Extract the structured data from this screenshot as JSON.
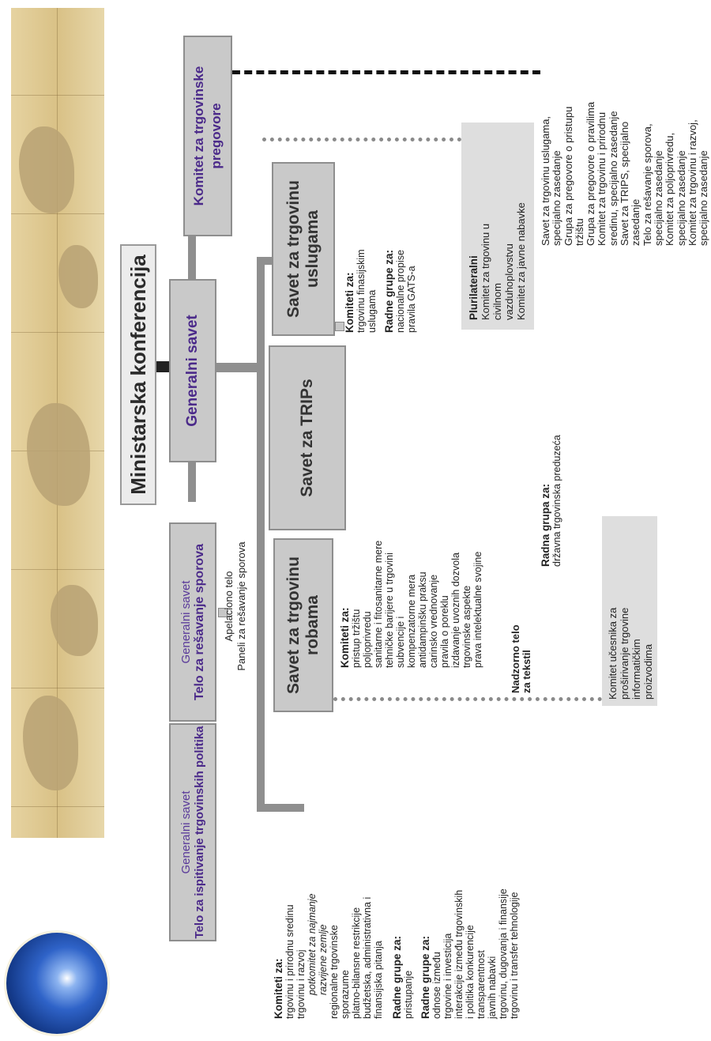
{
  "top": {
    "title": "Ministarska konferencija",
    "general_council": "Generalni savet",
    "trade_negotiations": "Komitet za trgovinske pregovore",
    "dispute_small": "Generalni savet",
    "dispute_main": "Telo za rešavanje sporova",
    "review_small": "Generalni savet",
    "review_main": "Telo za ispitivanje trgovinskih politika"
  },
  "dispute_sub": {
    "line1": "Apelaciono telo",
    "line2": "Paneli za rešavanje sporova"
  },
  "councils": {
    "goods": "Savet za trgovinu robama",
    "trips": "Savet za TRIPs",
    "services": "Savet za trgovinu uslugama"
  },
  "goods_committees": {
    "heading": "Komiteti za:",
    "items": [
      "pristup tržištu",
      "poljoprivredu",
      "sanitarne i fitosanitarne mere",
      "tehničke barijere u trgovini",
      "subvencije i",
      "kompenzatorne mera",
      "antidampinšku praksu",
      "carinsko vrednovanje",
      "pravila o poreklu",
      "izdavanje uvoznih dozvola",
      "trgovinske aspekte",
      "prava intelektualne svojine"
    ]
  },
  "textiles": {
    "line1": "Nadzorno telo",
    "line2": "za tekstil"
  },
  "state_trading": {
    "heading": "Radna grupa za:",
    "item": "državna trgovinska preduzeća"
  },
  "it_committee": {
    "lines": [
      "Komitet učesnika za",
      "proširivanje trgovine",
      "informatičkim",
      "proizvodima"
    ]
  },
  "services_committees": {
    "heading": "Komiteti za:",
    "items": [
      "trgovinu finasijskim",
      "uslugama"
    ]
  },
  "services_groups": {
    "heading": "Radne grupe za:",
    "items": [
      "nacionalne propise",
      "pravila GATS-a"
    ]
  },
  "plurilateral": {
    "heading": "Plurilateralni",
    "items": [
      "Komitet za trgovinu u",
      "civilnom",
      "vazduhoplovstvu",
      "Komitet za javne nabavke"
    ]
  },
  "negotiations_list": {
    "items": [
      "Savet za trgovinu uslugama,",
      "specijalno zasedanje",
      "Grupa za pregovore o pristupu",
      "tržištu",
      "Grupa za pregovore o pravilima",
      "Komitet za trgovinu i prirodnu",
      "sredinu, specijalno zasedanje",
      "Savet za TRIPS, specijalno",
      "zasedanje",
      "Telo za rešavanje sporova,",
      "specijalno zasedanje",
      "Komitet za poljoprivredu,",
      "specijalno zasedanje",
      "Komitet za trgovinu i razvoj,",
      "specijalno zasedanje"
    ]
  },
  "gc_committees": {
    "heading": "Komiteti za:",
    "items": [
      {
        "text": "trgovinu i prirodnu sredinu",
        "italic": false
      },
      {
        "text": "trgovinu i razvoj",
        "italic": false
      },
      {
        "text": "potkomitet za najmanje",
        "italic": true
      },
      {
        "text": "razvijene zemlje",
        "italic": true
      },
      {
        "text": "regionalne trgovinske",
        "italic": false
      },
      {
        "text": "sporazume",
        "italic": false
      },
      {
        "text": "platno-bilansne restrikcije",
        "italic": false
      },
      {
        "text": "budžetska, administrativna i",
        "italic": false
      },
      {
        "text": "finansijska pitanja",
        "italic": false
      }
    ]
  },
  "gc_groups1": {
    "heading": "Radne grupe za:",
    "items": [
      "pristupanje"
    ]
  },
  "gc_groups2": {
    "heading": "Radne grupe za:",
    "items": [
      "odnose između",
      "trgovine i investicija",
      "interakcije između trgovinskih",
      "i politika konkurencije",
      "transparentnost",
      "javnih nabavki",
      "trgovinu, dugovanja i finansije",
      "trgovinu i transfer tehnologije"
    ]
  }
}
